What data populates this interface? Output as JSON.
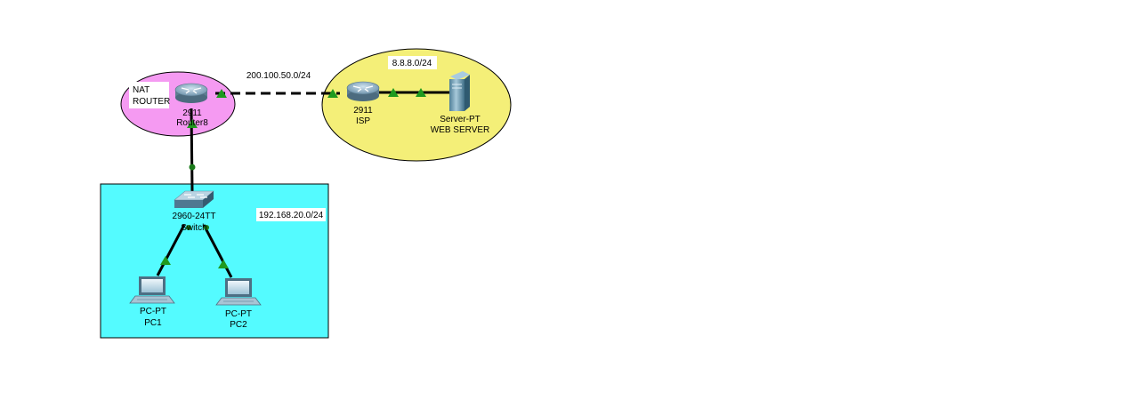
{
  "colors": {
    "lan_area": "#54fbff",
    "nat_zone": "#f59af2",
    "isp_zone": "#f4ef78",
    "link_up": "#1f9a1f"
  },
  "notes": {
    "nat_router": [
      "NAT",
      "ROUTER"
    ],
    "wan_subnet": "200.100.50.0/24",
    "server_subnet": "8.8.8.0/24",
    "lan_subnet": "192.168.20.0/24"
  },
  "devices": {
    "router8": {
      "model": "2911",
      "name": "Router8",
      "icon": "router-icon"
    },
    "isp": {
      "model": "2911",
      "name": "ISP",
      "icon": "router-icon"
    },
    "server": {
      "model": "Server-PT",
      "name": "WEB SERVER",
      "icon": "server-icon"
    },
    "switch": {
      "model": "2960-24TT",
      "name": "Switch",
      "icon": "switch-icon"
    },
    "pc1": {
      "model": "PC-PT",
      "name": "PC1",
      "icon": "pc-icon"
    },
    "pc2": {
      "model": "PC-PT",
      "name": "PC2",
      "icon": "pc-icon"
    }
  }
}
